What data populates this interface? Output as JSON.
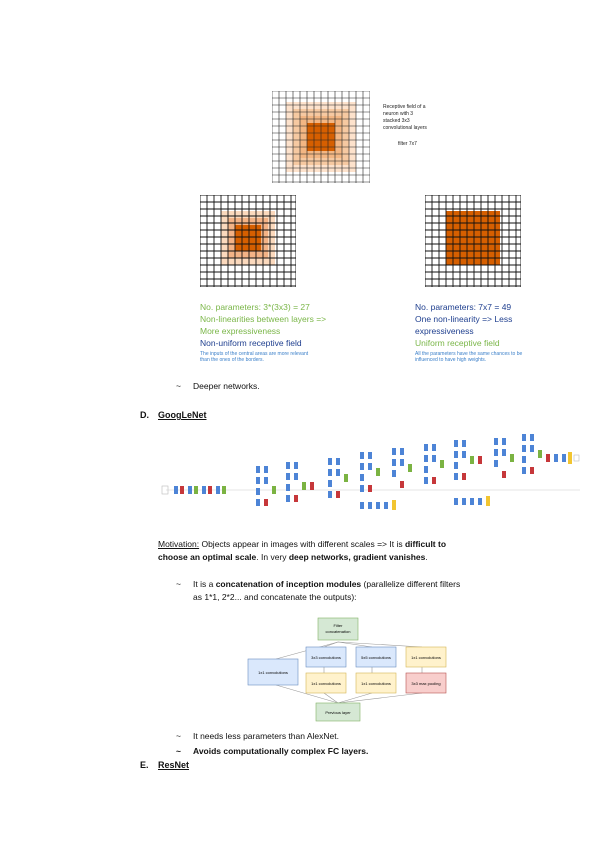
{
  "receptive_field_note": {
    "lines": [
      "Receptive field of a",
      "neuron with 3",
      "stacked 3x3",
      "convolutional layers"
    ],
    "filter_label": "filter 7x7"
  },
  "left_panel": {
    "param_line": "No. parameters: 3*(3x3) = 27",
    "line2": "Non-linearities between layers =>",
    "line3": "More expressiveness",
    "line4": "Non-uniform receptive field",
    "note1": "The inputs of the central areas are more relevant",
    "note2": "than the ones of the borders."
  },
  "right_panel": {
    "param_line": "No. parameters: 7x7 = 49",
    "line2": "One non-linearity => Less",
    "line3": "expressiveness",
    "line4": "Uniform receptive field",
    "note1": "All the parameters have the same chances to be",
    "note2": "influenced to have high weights."
  },
  "bullet_deeper": "Deeper networks.",
  "section_d": {
    "letter": "D.",
    "title": "GoogLeNet"
  },
  "motivation": {
    "label": "Motivation:",
    "line1_rest": " Objects appear in images with different scales => It is ",
    "line1_bold": "difficult to",
    "line2_bold": "choose an optimal scale",
    "line2_rest": ". In very ",
    "line2_bold2": "deep networks, gradient vanishes",
    "line2_end": "."
  },
  "inception_bullet": {
    "pre": "It is a ",
    "bold": "concatenation of inception modules",
    "post": " (parallelize different filters",
    "line2": "as 1*1, 2*2... and concatenate the outputs):"
  },
  "inception_diagram": {
    "filter_concat": [
      "Filter",
      "concatenation"
    ],
    "conv1": "1x1 convolutions",
    "conv3": "3x3 convolutions",
    "conv5": "5x5 convolutions",
    "conv1b": "1x1 convolutions",
    "conv1c": "1x1 convolutions",
    "conv1d": "1x1 convolutions",
    "maxpool": "3x3 max pooling",
    "prev": "Previous layer"
  },
  "bullet_less_params": "It needs less parameters than AlexNet.",
  "bullet_fc": "Avoids computationally complex FC layers.",
  "section_e": {
    "letter": "E.",
    "title": "ResNet"
  },
  "colors": {
    "orange": "#d65f00",
    "light_orange": "#f6c9a1",
    "mid_orange": "#ee9a5a",
    "green": "#7ab648",
    "navy": "#1f3f8f"
  }
}
